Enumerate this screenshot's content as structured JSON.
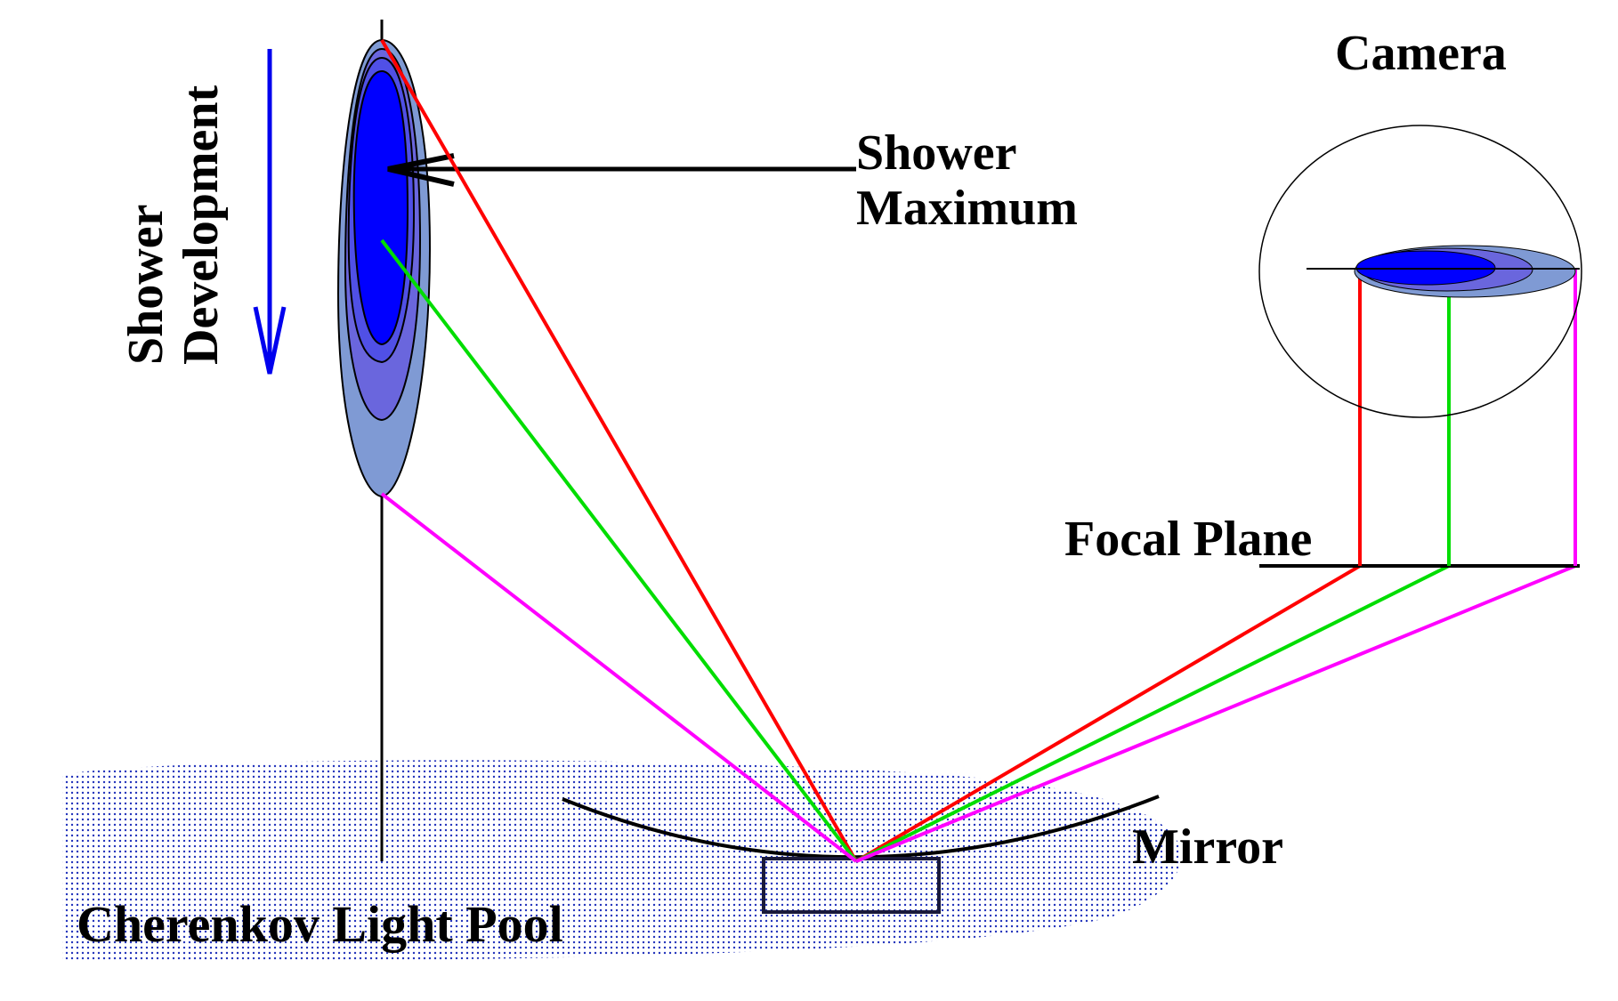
{
  "labels": {
    "camera": "Camera",
    "shower_maximum_line1": "Shower",
    "shower_maximum_line2": "Maximum",
    "shower_development_line1": "Shower",
    "shower_development_line2": "Development",
    "focal_plane": "Focal Plane",
    "mirror": "Mirror",
    "light_pool": "Cherenkov Light Pool"
  },
  "colors": {
    "ray_top": "#ff0000",
    "ray_center": "#00dd00",
    "ray_bottom": "#ff00ff",
    "development_arrow": "#0000ee",
    "shower_outer": "#7f9ad4",
    "shower_middle": "#6a66dd",
    "shower_inner": "#5050e6",
    "shower_core": "#0000ff",
    "light_pool_dots": "#2233bb"
  },
  "icons": {
    "development": "down-arrow",
    "shower_maximum_pointer": "left-arrow"
  }
}
